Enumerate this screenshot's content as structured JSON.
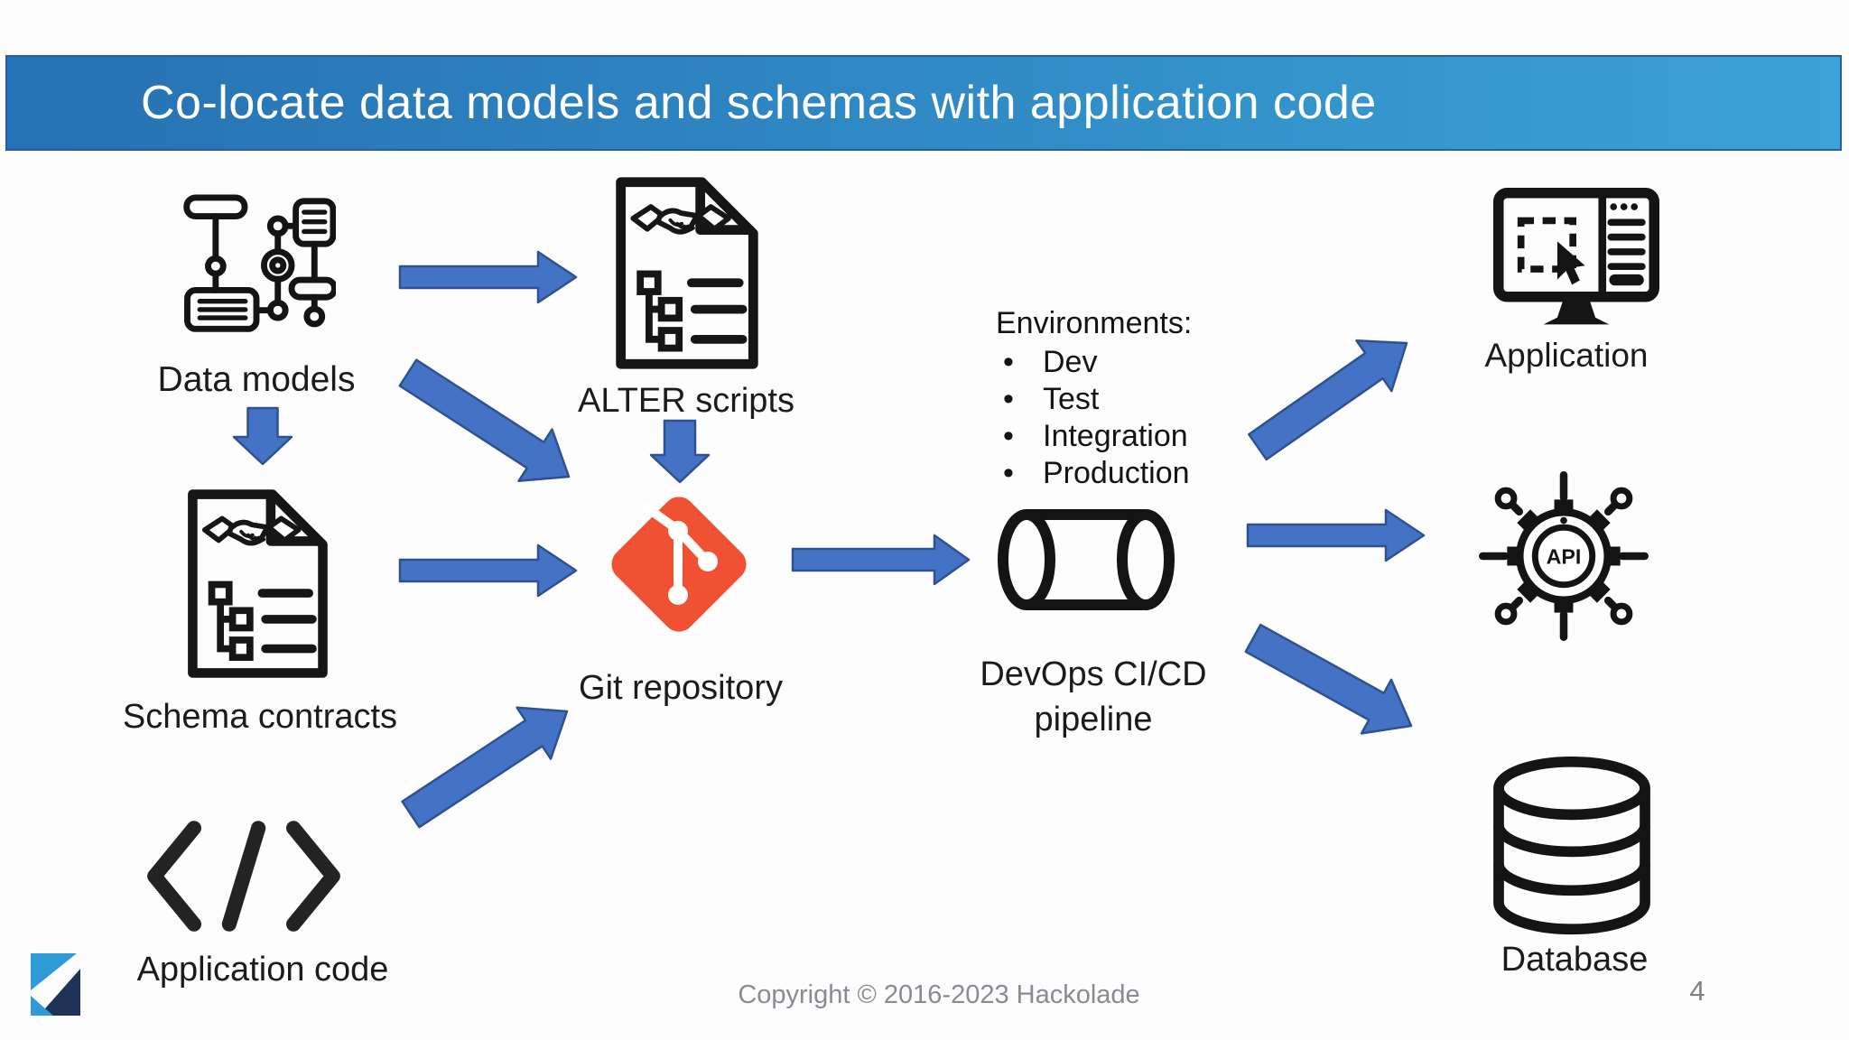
{
  "slide": {
    "title": "Co-locate data models and schemas with application code",
    "footer": {
      "copyright": "Copyright © 2016-2023 Hackolade"
    },
    "page_number": "4"
  },
  "nodes": {
    "data_models": {
      "label": "Data models",
      "icon": "flowchart-model-icon"
    },
    "alter_scripts": {
      "label": "ALTER scripts",
      "icon": "contract-document-icon"
    },
    "schema_contracts": {
      "label": "Schema contracts",
      "icon": "contract-document-icon"
    },
    "application_code": {
      "label": "Application code",
      "icon": "code-brackets-icon"
    },
    "git_repository": {
      "label": "Git repository",
      "icon": "git-logo-icon"
    },
    "devops_pipeline": {
      "label_line1": "DevOps CI/CD",
      "label_line2": "pipeline",
      "icon": "pipeline-cylinder-icon"
    },
    "application": {
      "label": "Application",
      "icon": "monitor-app-icon"
    },
    "api": {
      "label": "API",
      "icon": "api-gear-icon"
    },
    "database": {
      "label": "Database",
      "icon": "database-cylinder-icon"
    }
  },
  "environments": {
    "heading": "Environments:",
    "bullet": "•",
    "items": [
      "Dev",
      "Test",
      "Integration",
      "Production"
    ]
  },
  "colors": {
    "title_bar_start": "#2671b3",
    "title_bar_end": "#3aa2d6",
    "title_bar_border": "#2a5da9",
    "arrow_fill": "#4472c4",
    "arrow_border": "#2f528f",
    "git_orange": "#f05133",
    "icon_ink": "#161616",
    "logo_light": "#2e9bd6",
    "logo_dark": "#1f3357"
  }
}
